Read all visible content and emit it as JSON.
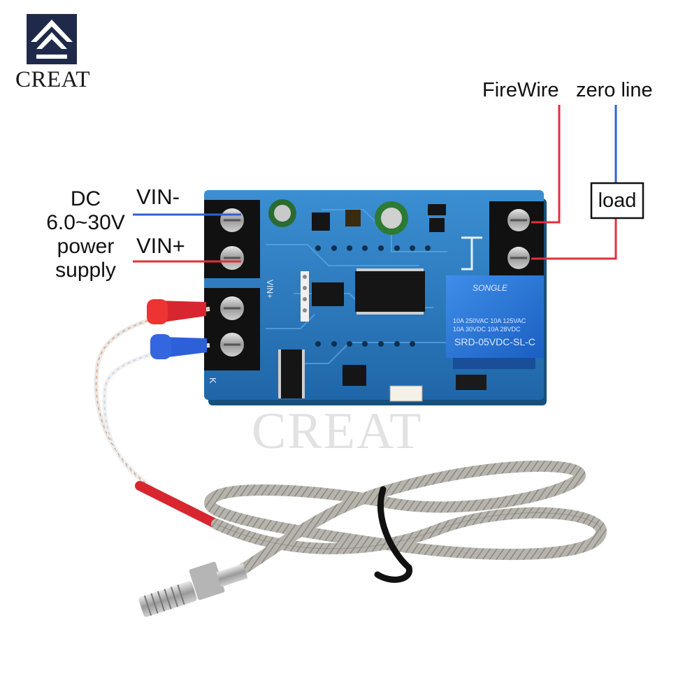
{
  "brand": {
    "logo_text": "CREAT",
    "watermark": "CREAT"
  },
  "power": {
    "title_lines": [
      "DC",
      "6.0~30V",
      "power",
      "supply"
    ],
    "vin_minus": "VIN-",
    "vin_plus": "VIN+"
  },
  "output": {
    "firewire": "FireWire",
    "zero_line": "zero line",
    "load": "load"
  },
  "board": {
    "relay_brand": "SONGLE",
    "relay_rating_1": "10A 250VAC  10A 125VAC",
    "relay_rating_2": "10A  30VDC  10A  28VDC",
    "relay_model": "SRD-05VDC-SL-C",
    "silk_vin": "VIN+",
    "silk_k": "K"
  },
  "colors": {
    "pcb": "#2f7fc0",
    "wire_red": "#e0303a",
    "wire_blue": "#2f62d6"
  }
}
